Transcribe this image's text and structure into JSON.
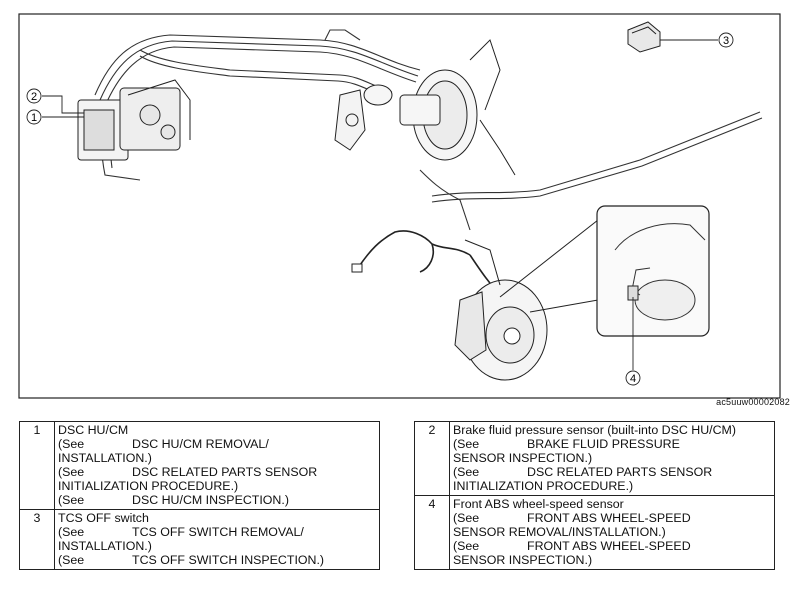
{
  "figure": {
    "callouts": [
      "1",
      "2",
      "3",
      "4"
    ],
    "image_code": "ac5uuw00002082"
  },
  "parts": [
    {
      "number": "1",
      "name": "DSC HU/CM",
      "refs": [
        {
          "see": "(See",
          "target": "DSC HU/CM REMOVAL/",
          "cont": "INSTALLATION.)"
        },
        {
          "see": "(See",
          "target": "DSC RELATED PARTS SENSOR",
          "cont": "INITIALIZATION PROCEDURE.)"
        },
        {
          "see": "(See",
          "target": "DSC HU/CM INSPECTION.)",
          "cont": ""
        }
      ]
    },
    {
      "number": "2",
      "name": "Brake fluid pressure sensor (built-into DSC HU/CM)",
      "refs": [
        {
          "see": "(See",
          "target": "BRAKE FLUID PRESSURE",
          "cont": "SENSOR INSPECTION.)"
        },
        {
          "see": "(See",
          "target": "DSC RELATED PARTS SENSOR",
          "cont": "INITIALIZATION PROCEDURE.)"
        }
      ]
    },
    {
      "number": "3",
      "name": "TCS OFF switch",
      "refs": [
        {
          "see": "(See",
          "target": "TCS OFF SWITCH REMOVAL/",
          "cont": "INSTALLATION.)"
        },
        {
          "see": "(See",
          "target": "TCS OFF SWITCH INSPECTION.)",
          "cont": ""
        }
      ]
    },
    {
      "number": "4",
      "name": "Front ABS wheel-speed sensor",
      "refs": [
        {
          "see": "(See",
          "target": "FRONT ABS WHEEL-SPEED",
          "cont": "SENSOR REMOVAL/INSTALLATION.)"
        },
        {
          "see": "(See",
          "target": "FRONT ABS WHEEL-SPEED",
          "cont": "SENSOR INSPECTION.)"
        }
      ]
    }
  ]
}
